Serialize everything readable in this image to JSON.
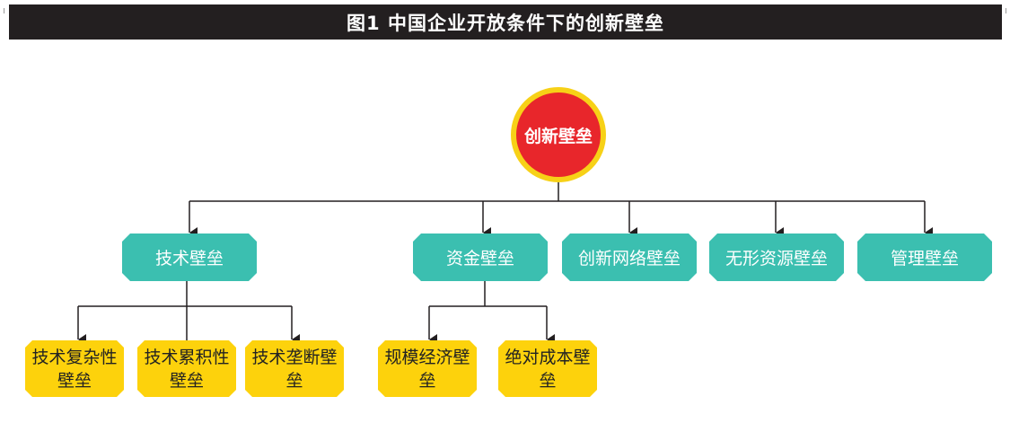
{
  "title": "图1  中国企业开放条件下的创新壁垒",
  "root": "创新壁垒",
  "level1": [
    "技术壁垒",
    "资金壁垒",
    "创新网络壁垒",
    "无形资源壁垒",
    "管理壁垒"
  ],
  "level2_tech": [
    "技术复杂性壁垒",
    "技术累积性壁垒",
    "技术垄断壁垒"
  ],
  "level2_capital": [
    "规模经济壁垒",
    "绝对成本壁垒"
  ],
  "colors": {
    "title_bg": "#231f20",
    "root_fill": "#e8262b",
    "root_ring": "#f7d117",
    "level1_fill": "#3bbfb0",
    "level2_fill": "#fdd20c"
  }
}
